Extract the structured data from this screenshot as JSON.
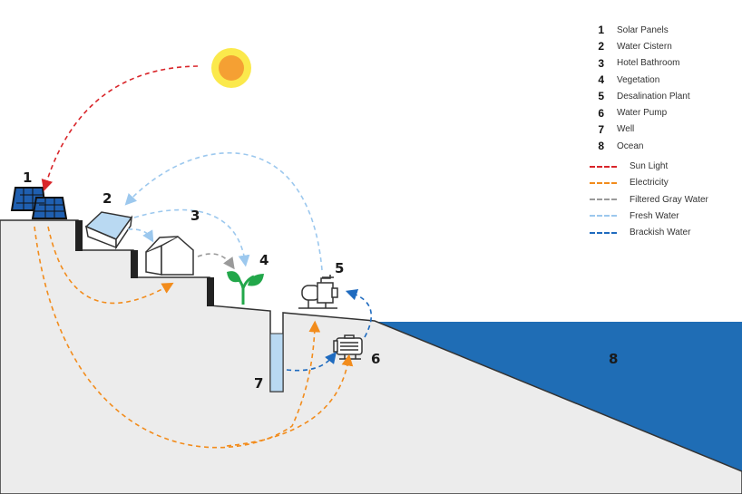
{
  "components": [
    {
      "num": "1",
      "label": "Solar Panels"
    },
    {
      "num": "2",
      "label": "Water Cistern"
    },
    {
      "num": "3",
      "label": "Hotel Bathroom"
    },
    {
      "num": "4",
      "label": "Vegetation"
    },
    {
      "num": "5",
      "label": "Desalination Plant"
    },
    {
      "num": "6",
      "label": "Water Pump"
    },
    {
      "num": "7",
      "label": "Well"
    },
    {
      "num": "8",
      "label": "Ocean"
    }
  ],
  "flows": [
    {
      "label": "Sun Light",
      "color": "#d9252a"
    },
    {
      "label": "Electricity",
      "color": "#f28c1c"
    },
    {
      "label": "Filtered Gray Water",
      "color": "#9a9a9a"
    },
    {
      "label": "Fresh Water",
      "color": "#9cc8ee"
    },
    {
      "label": "Brackish Water",
      "color": "#1f6bbf"
    }
  ],
  "colors": {
    "ground": "#ececec",
    "ocean": "#1f6db5",
    "sun_outer": "#fbe94c",
    "sun_inner": "#f5a033",
    "well_water": "#b9d9f2",
    "leaf": "#22a74a",
    "panel": "#1f5fb0"
  }
}
